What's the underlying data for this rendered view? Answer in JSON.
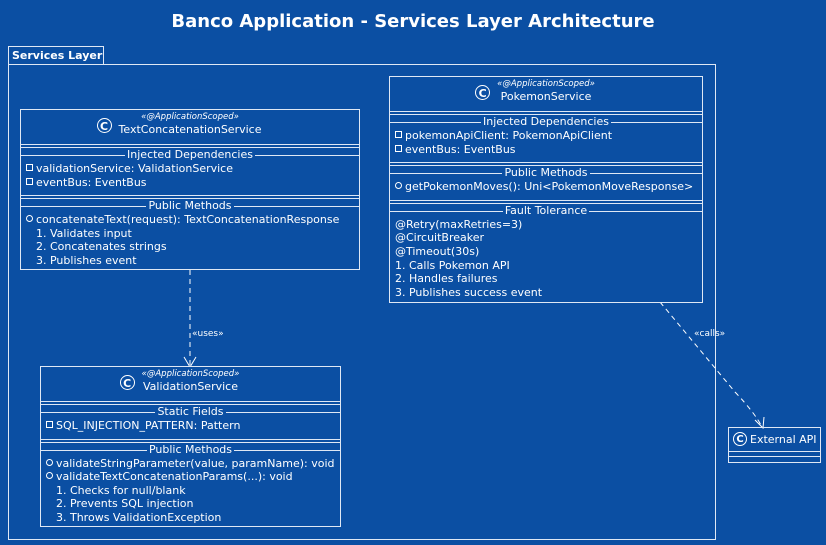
{
  "title": "Banco Application - Services Layer Architecture",
  "package": {
    "label": "Services Layer"
  },
  "classes": {
    "text_concat": {
      "badge": "C",
      "stereotype": "«@ApplicationScoped»",
      "name": "TextConcatenationService",
      "sections": [
        {
          "title": "Injected Dependencies",
          "rows": [
            {
              "kind": "field",
              "text": "validationService: ValidationService"
            },
            {
              "kind": "field",
              "text": "eventBus: EventBus"
            }
          ]
        },
        {
          "title": "Public Methods",
          "rows": [
            {
              "kind": "method",
              "text": "concatenateText(request): TextConcatenationResponse"
            },
            {
              "kind": "note",
              "text": "1. Validates input"
            },
            {
              "kind": "note",
              "text": "2. Concatenates strings"
            },
            {
              "kind": "note",
              "text": "3. Publishes event"
            }
          ]
        }
      ]
    },
    "pokemon": {
      "badge": "C",
      "stereotype": "«@ApplicationScoped»",
      "name": "PokemonService",
      "sections": [
        {
          "title": "Injected Dependencies",
          "rows": [
            {
              "kind": "field",
              "text": "pokemonApiClient: PokemonApiClient"
            },
            {
              "kind": "field",
              "text": "eventBus: EventBus"
            }
          ]
        },
        {
          "title": "Public Methods",
          "rows": [
            {
              "kind": "method",
              "text": "getPokemonMoves(): Uni<PokemonMoveResponse>"
            }
          ]
        },
        {
          "title": "Fault Tolerance",
          "rows": [
            {
              "kind": "plain",
              "text": "@Retry(maxRetries=3)"
            },
            {
              "kind": "plain",
              "text": "@CircuitBreaker"
            },
            {
              "kind": "plain",
              "text": "@Timeout(30s)"
            },
            {
              "kind": "plain",
              "text": "1. Calls Pokemon API"
            },
            {
              "kind": "plain",
              "text": "2. Handles failures"
            },
            {
              "kind": "plain",
              "text": "3. Publishes success event"
            }
          ]
        }
      ]
    },
    "validation": {
      "badge": "C",
      "stereotype": "«@ApplicationScoped»",
      "name": "ValidationService",
      "sections": [
        {
          "title": "Static Fields",
          "rows": [
            {
              "kind": "field",
              "text": "SQL_INJECTION_PATTERN: Pattern"
            }
          ]
        },
        {
          "title": "Public Methods",
          "rows": [
            {
              "kind": "method",
              "text": "validateStringParameter(value, paramName): void"
            },
            {
              "kind": "method",
              "text": "validateTextConcatenationParams(...): void"
            },
            {
              "kind": "note",
              "text": "1. Checks for null/blank"
            },
            {
              "kind": "note",
              "text": "2. Prevents SQL injection"
            },
            {
              "kind": "note",
              "text": "3. Throws ValidationException"
            }
          ]
        }
      ]
    }
  },
  "external": {
    "badge": "C",
    "name": "External API"
  },
  "edges": {
    "uses": "«uses»",
    "calls": "«calls»"
  }
}
